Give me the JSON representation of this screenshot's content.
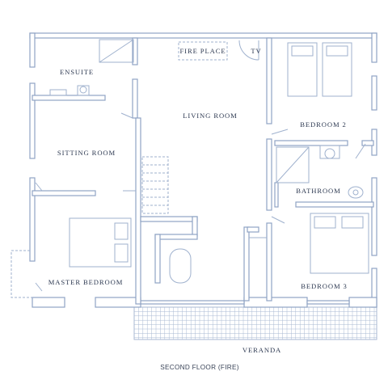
{
  "caption": "SECOND FLOOR (FIRE)",
  "rooms": {
    "ensuite": "ENSUITE",
    "fireplace": "FIRE PLACE",
    "tv": "TV",
    "living_room": "LIVING ROOM",
    "bedroom_2": "BEDROOM 2",
    "sitting_room": "SITTING ROOM",
    "bathroom": "BATHROOM",
    "master_bedroom": "MASTER BEDROOM",
    "bedroom_3": "BEDROOM 3",
    "veranda": "VERANDA"
  },
  "colors": {
    "wall_fill": "#ffffff",
    "wall_stroke": "#8fa3c4",
    "fixture": "#9fb1ce",
    "grid": "#a9b9d3",
    "text": "#2e3a52"
  }
}
